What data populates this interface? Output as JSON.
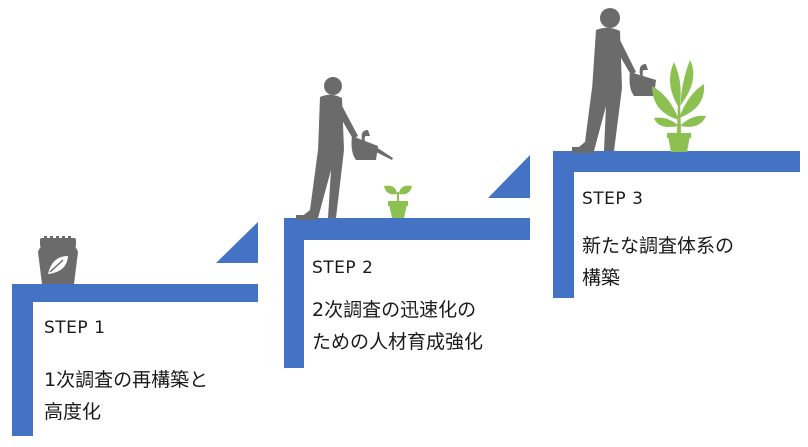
{
  "colors": {
    "stair": "#4472c4",
    "figure": "#6b6b6b",
    "plant": "#8cc152"
  },
  "steps": [
    {
      "label": "STEP 1",
      "description": "1次調査の再構築と\n高度化",
      "icon": "soil-bag-icon"
    },
    {
      "label": "STEP 2",
      "description": "2次調査の迅速化の\nための人材育成強化",
      "icon": "sprout-icon"
    },
    {
      "label": "STEP 3",
      "description": "新たな調査体系の\n構築",
      "icon": "grown-plant-icon"
    }
  ]
}
